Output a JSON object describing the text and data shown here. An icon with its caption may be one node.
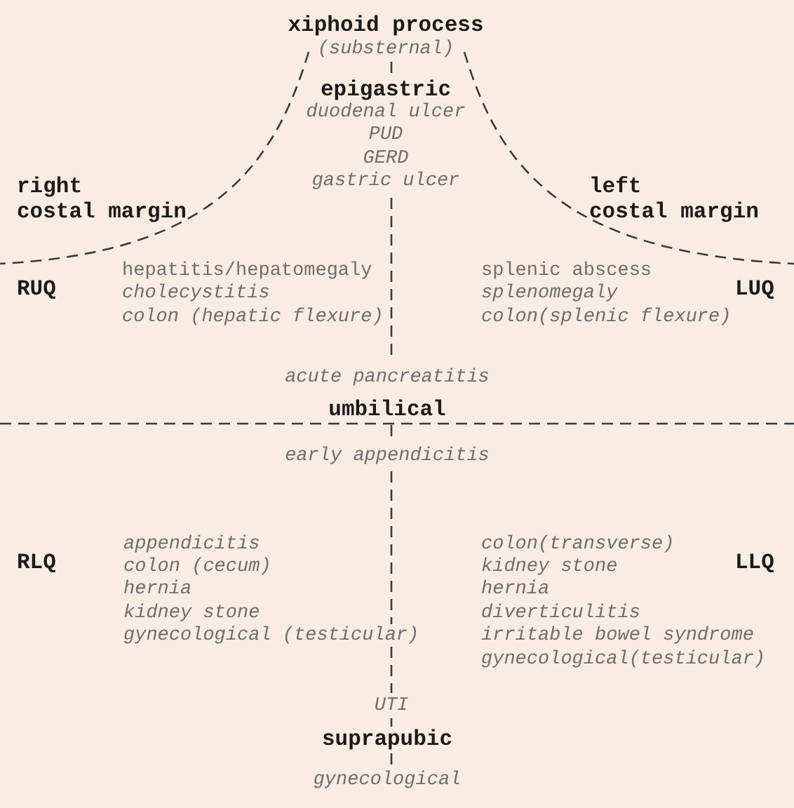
{
  "diagram": {
    "labels": [
      "xiphoid process",
      "(substernal)",
      "epigastric",
      "duodenal ulcer",
      "PUD",
      "GERD",
      "gastric ulcer",
      "right costal margin",
      "left costal margin",
      "RUQ",
      "hepatitis/hepatomegaly",
      "cholecystitis",
      "colon (hepatic flexure)",
      "splenic abscess",
      "splenomegaly",
      "colon(splenic flexure)",
      "LUQ",
      "acute pancreatitis",
      "umbilical",
      "early appendicitis",
      "RLQ",
      "appendicitis",
      "colon (cecum)",
      "hernia",
      "kidney stone",
      "gynecological (testicular)",
      "colon(transverse)",
      "kidney stone",
      "hernia",
      "diverticulitis",
      "irritable bowel syndrome",
      "gynecological(testicular)",
      "LLQ",
      "UTI",
      "suprapubic",
      "gynecological"
    ]
  }
}
